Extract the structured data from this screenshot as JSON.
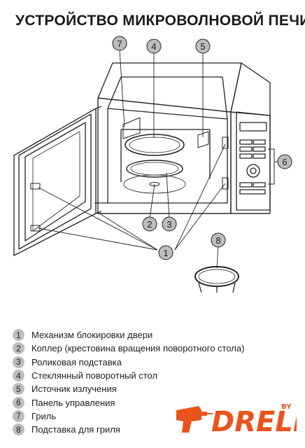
{
  "title": "УСТРОЙСТВО МИКРОВОЛНОВОЙ ПЕЧИ",
  "callouts": [
    "7",
    "4",
    "5",
    "6",
    "8",
    "2",
    "3",
    "1"
  ],
  "legend": [
    {
      "num": "1",
      "text": "Механизм блокировки двери"
    },
    {
      "num": "2",
      "text": "Коплер (крестовина вращения поворотного стола)"
    },
    {
      "num": "3",
      "text": "Роликовая подставка"
    },
    {
      "num": "4",
      "text": "Стеклянный поворотный стол"
    },
    {
      "num": "5",
      "text": "Источник излучения"
    },
    {
      "num": "6",
      "text": "Панель управления"
    },
    {
      "num": "7",
      "text": "Гриль"
    },
    {
      "num": "8",
      "text": "Подставка для гриля"
    }
  ],
  "logo": {
    "text": "DRELI",
    "suffix": "BY"
  },
  "colors": {
    "callout_fill": "#bdbdbd",
    "line": "#222222",
    "brand": "#e8541c"
  }
}
